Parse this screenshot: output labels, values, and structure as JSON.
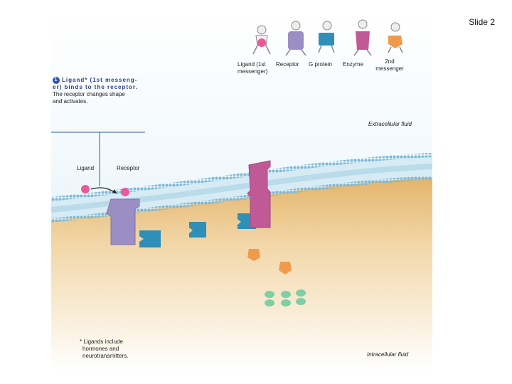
{
  "slide": {
    "label": "Slide 2"
  },
  "header": {
    "faint_text": ""
  },
  "legend": {
    "ligand": "Ligand (1st messenger)",
    "ligand_line1": "Ligand (1st",
    "ligand_line2": "messenger)",
    "receptor": "Receptor",
    "g_protein": "G protein",
    "enzyme": "Enzyme",
    "second_line1": "2nd",
    "second_line2": "messenger"
  },
  "step1": {
    "number": "1",
    "title_line1": "Ligand* (1st messeng-",
    "title_line2": "er) binds to the receptor.",
    "body_line1": "The receptor changes shape",
    "body_line2": "and activates."
  },
  "labels": {
    "extracellular": "Extracellular fluid",
    "intracellular": "Intracellular fluid",
    "ligand": "Ligand",
    "receptor": "Receptor"
  },
  "footnote": {
    "line1": "* Ligands include",
    "line2": "hormones and",
    "line3": "neurotransmitters."
  },
  "colors": {
    "membrane": "#8fc4dc",
    "cytoplasm": "#e9c27e",
    "extracellular": "#cfe6f2",
    "receptor": "#9b8ec4",
    "g_protein": "#2e8fb8",
    "enzyme": "#c05a96",
    "ligand": "#e85a9a",
    "second_messenger": "#f09a4c",
    "step_accent": "#2f55b4"
  }
}
